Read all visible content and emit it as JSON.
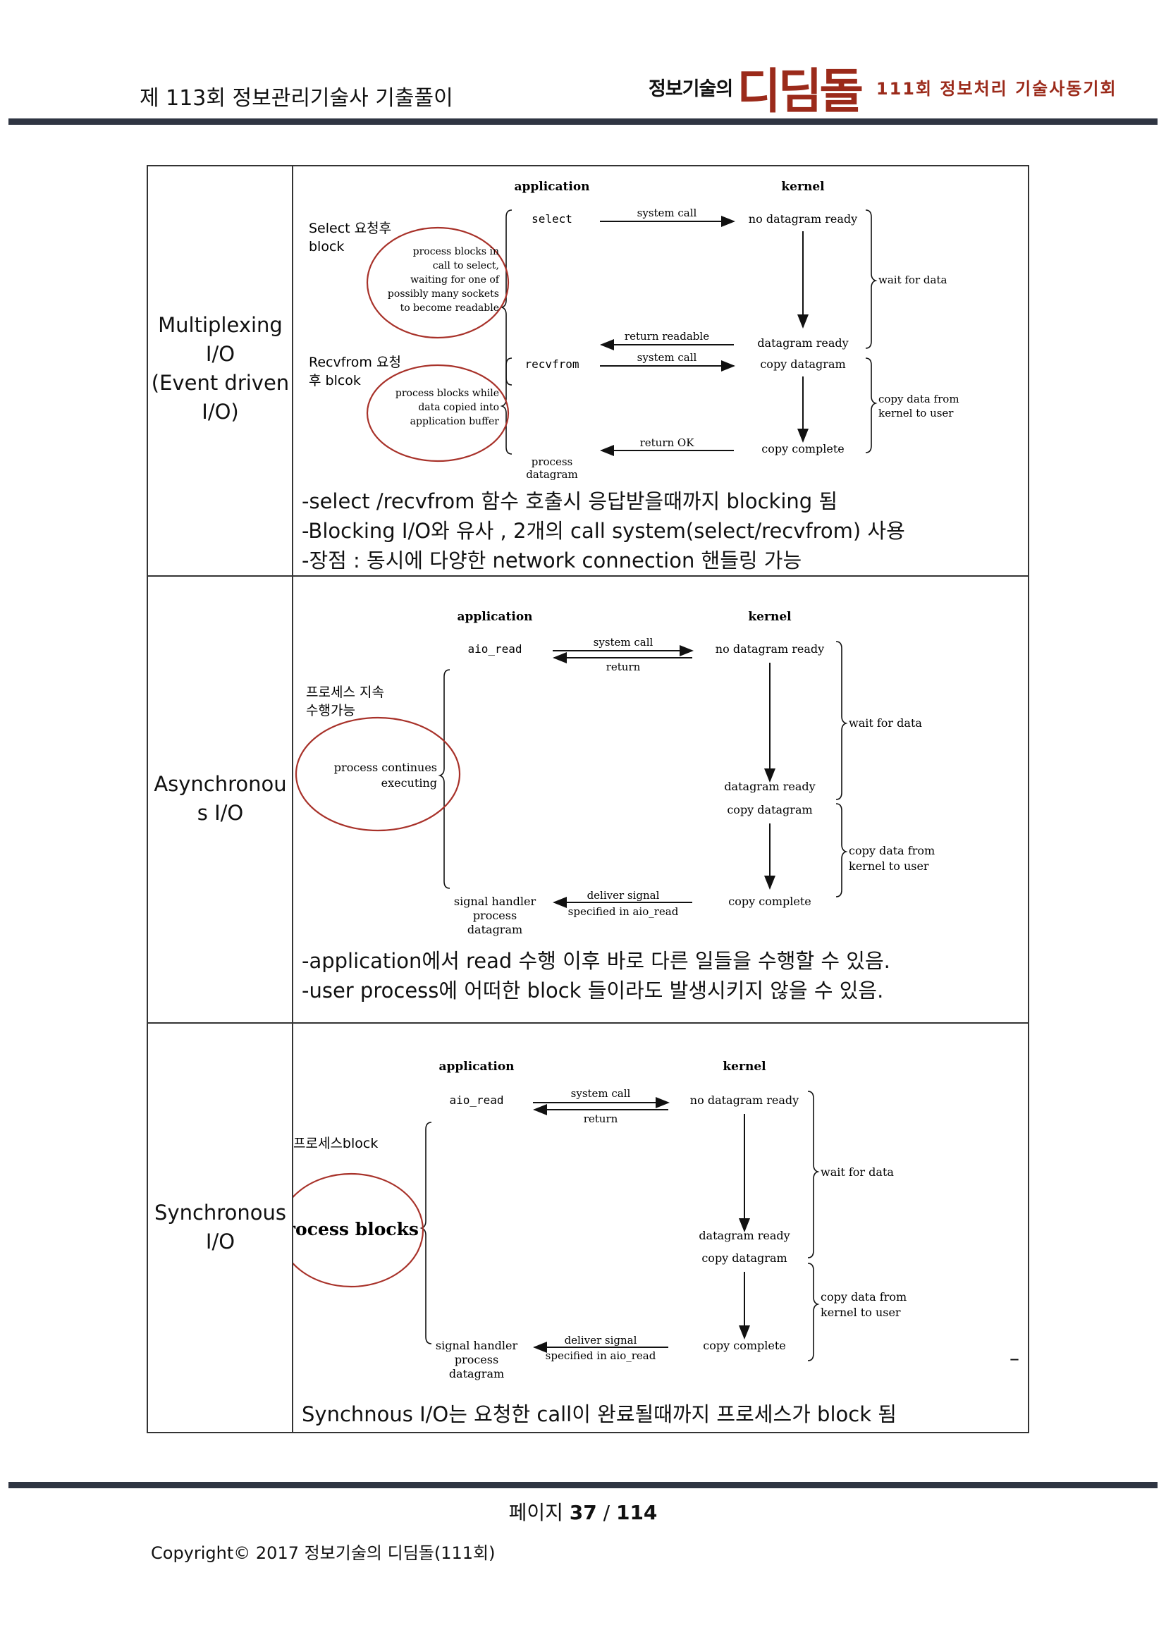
{
  "header": {
    "title": "제 113회 정보관리기술사 기출풀이",
    "logo_small": "정보기술의",
    "logo_big": "디딤돌",
    "logo_sub": "111회 정보처리 기술사동기회"
  },
  "rows": [
    {
      "label": [
        "Multiplexing",
        "I/O",
        "(Event driven",
        "I/O)"
      ],
      "diagram": {
        "app_header": "application",
        "kernel_header": "kernel",
        "select": "select",
        "system_call_1": "system call",
        "no_datagram_ready": "no datagram ready",
        "wait_for_data": "wait for data",
        "note_select": [
          "Select 요청후",
          "block"
        ],
        "blocks_text": [
          "process blocks in",
          "call to select,",
          "waiting for one of",
          "possibly many sockets",
          "to become readable"
        ],
        "return_readable": "return readable",
        "datagram_ready": "datagram ready",
        "recvfrom": "recvfrom",
        "system_call_2": "system call",
        "copy_datagram": "copy datagram",
        "note_recvfrom": [
          "Recvfrom 요청",
          "후 blcok"
        ],
        "blocks_text_2": [
          "process blocks while",
          "data copied into",
          "application buffer"
        ],
        "copy_data_from": [
          "copy data from",
          "kernel to user"
        ],
        "return_ok": "return OK",
        "copy_complete": "copy complete",
        "process_datagram": [
          "process",
          "datagram"
        ]
      },
      "desc": [
        "-select /recvfrom 함수 호출시 응답받을때까지 blocking 됨",
        "-Blocking I/O와 유사 , 2개의 call system(select/recvfrom) 사용",
        "-장점 : 동시에 다양한 network connection 핸들링 가능"
      ]
    },
    {
      "label": [
        "Asynchronou",
        "s I/O"
      ],
      "diagram": {
        "app_header": "application",
        "kernel_header": "kernel",
        "aio_read": "aio_read",
        "system_call": "system call",
        "return": "return",
        "no_datagram_ready": "no datagram ready",
        "note": [
          "프로세스 지속",
          "수행가능"
        ],
        "wait_for_data": "wait for data",
        "continues": [
          "process continues",
          "executing"
        ],
        "datagram_ready": "datagram ready",
        "copy_datagram": "copy datagram",
        "copy_data_from": [
          "copy data from",
          "kernel to user"
        ],
        "deliver_signal": [
          "deliver signal",
          "specified in aio_read"
        ],
        "signal_handler": [
          "signal handler",
          "process",
          "datagram"
        ],
        "copy_complete": "copy complete"
      },
      "desc": [
        "-application에서 read 수행 이후 바로 다른 일들을 수행할 수 있음.",
        "-user process에 어떠한 block 들이라도 발생시키지 않을 수 있음."
      ]
    },
    {
      "label": [
        "Synchronous",
        "I/O"
      ],
      "diagram": {
        "app_header": "application",
        "kernel_header": "kernel",
        "aio_read": "aio_read",
        "system_call": "system call",
        "return": "return",
        "no_datagram_ready": "no datagram ready",
        "note": "프로세스block",
        "wait_for_data": "wait for data",
        "process_blocks": "process blocks",
        "datagram_ready": "datagram ready",
        "copy_datagram": "copy datagram",
        "copy_data_from": [
          "copy data from",
          "kernel to user"
        ],
        "deliver_signal": [
          "deliver signal",
          "specified in aio_read"
        ],
        "signal_handler": [
          "signal handler",
          "process",
          "datagram"
        ],
        "copy_complete": "copy complete"
      },
      "desc": [
        "Synchnous I/O는 요청한 call이 완료될때까지 프로세스가 block 됨"
      ]
    }
  ],
  "footer": {
    "page_prefix": "페이지",
    "page_current": "37",
    "page_sep": "/",
    "page_total": "114",
    "copyright": "Copyright© 2017 정보기술의 디딤돌(111회)",
    "dash": "–"
  }
}
